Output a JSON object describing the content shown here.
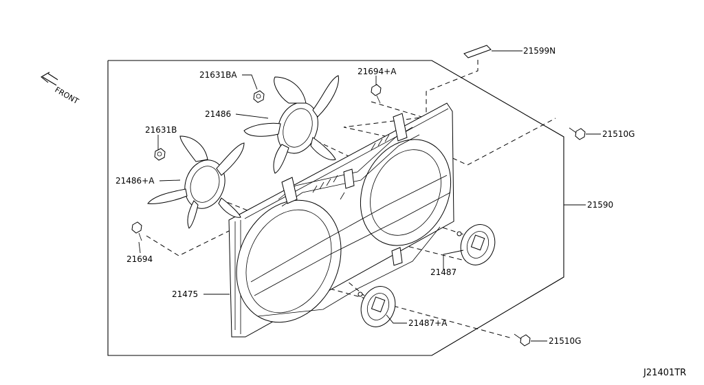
{
  "diagram": {
    "front_label": "FRONT",
    "diagram_code": "J21401TR",
    "parts": {
      "p21599N": "21599N",
      "p21631BA": "21631BA",
      "p21694A": "21694+A",
      "p21486": "21486",
      "p21631B": "21631B",
      "p21510G_top": "21510G",
      "p21486A": "21486+A",
      "p21590": "21590",
      "p21694": "21694",
      "p21487": "21487",
      "p21475": "21475",
      "p21487A": "21487+A",
      "p21510G_bottom": "21510G"
    }
  }
}
